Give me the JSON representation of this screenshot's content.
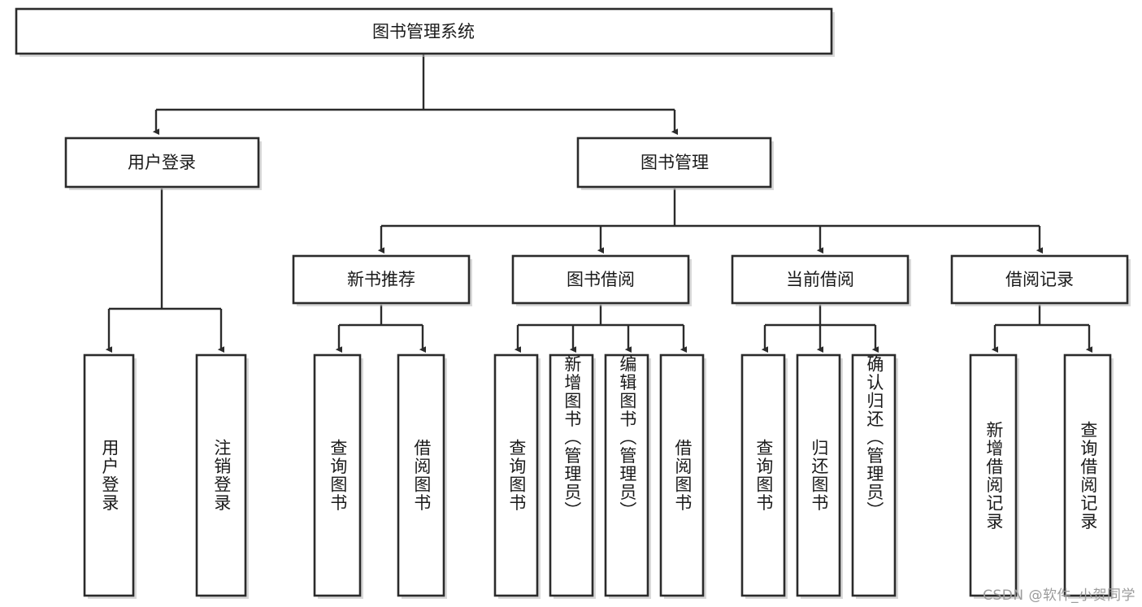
{
  "diagram": {
    "title": "图书管理系统",
    "type": "tree-hierarchy-chart",
    "watermark": "CSDN @软件_小贺同学",
    "colors": {
      "node_fill": "#ffffff",
      "node_stroke": "#2b2b2b",
      "text": "#1a1a1a",
      "shadow": "#b9b9b9",
      "watermark": "#9b9b9b"
    },
    "levels": {
      "root": {
        "label": "图书管理系统"
      },
      "level2": [
        {
          "label": "用户登录"
        },
        {
          "label": "图书管理"
        }
      ],
      "level3": [
        {
          "label": "新书推荐"
        },
        {
          "label": "图书借阅"
        },
        {
          "label": "当前借阅"
        },
        {
          "label": "借阅记录"
        }
      ],
      "leaves": {
        "user_login": [
          {
            "label": "用户登录"
          },
          {
            "label": "注销登录"
          }
        ],
        "new_book_recommend": [
          {
            "label": "查询图书"
          },
          {
            "label": "借阅图书"
          }
        ],
        "book_borrow": [
          {
            "label": "查询图书"
          },
          {
            "label": "新增图书（管理员）"
          },
          {
            "label": "编辑图书（管理员）"
          },
          {
            "label": "借阅图书"
          }
        ],
        "current_borrow": [
          {
            "label": "查询图书"
          },
          {
            "label": "归还图书"
          },
          {
            "label": "确认归还（管理员）"
          }
        ],
        "borrow_record": [
          {
            "label": "新增借阅记录"
          },
          {
            "label": "查询借阅记录"
          }
        ]
      }
    }
  }
}
